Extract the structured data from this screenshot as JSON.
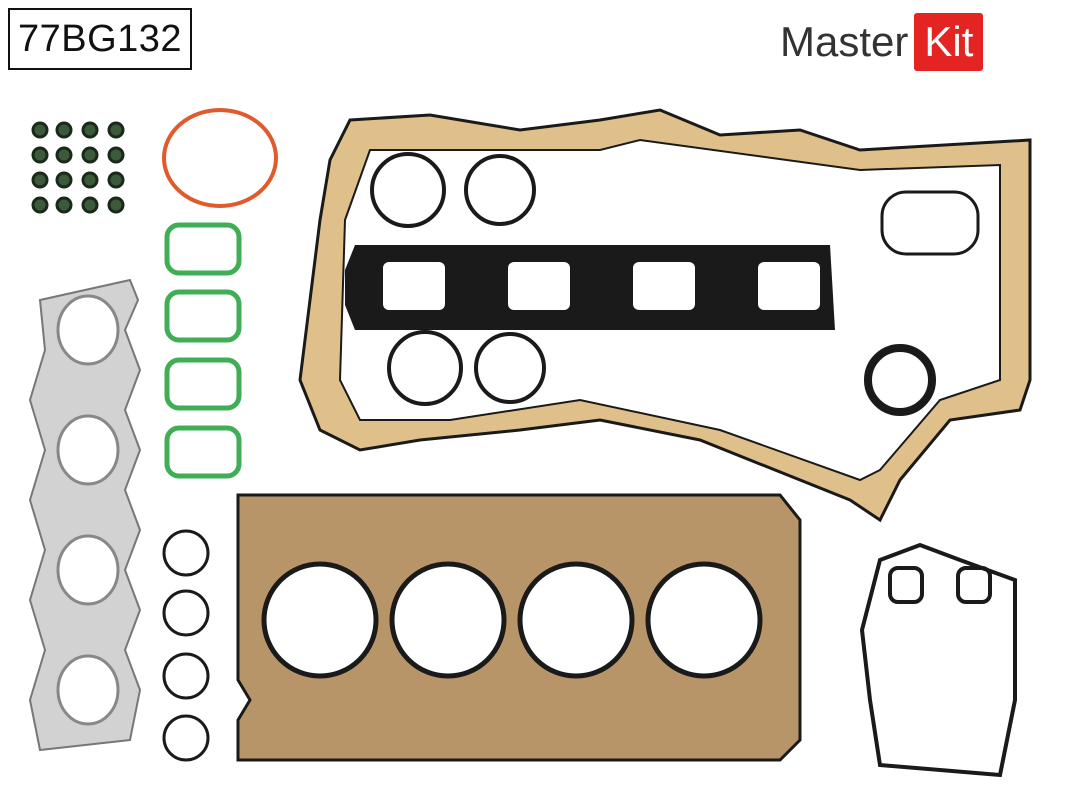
{
  "part_number": "77BG132",
  "brand": {
    "text": "Master",
    "box_text": "Kit",
    "accent_color": "#e42323"
  },
  "colors": {
    "gasket_gold": "#e0c08a",
    "gasket_steel": "#c9c9c9",
    "rubber_green": "#3fae55",
    "rubber_orange": "#e05a2b",
    "rubber_black": "#1a1a1a"
  }
}
